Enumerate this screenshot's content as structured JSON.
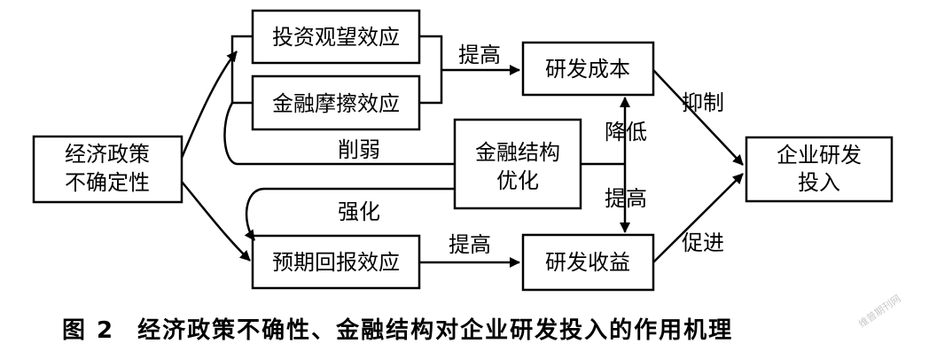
{
  "boxes": {
    "epu": [
      "经济政策",
      "不确定性"
    ],
    "investment_wait": "投资观望效应",
    "financing_friction": "金融摩擦效应",
    "financial_structure": [
      "金融结构",
      "优化"
    ],
    "expected_return": "预期回报效应",
    "rd_cost": "研发成本",
    "rd_revenue": "研发收益",
    "rd_investment": [
      "企业研发",
      "投入"
    ]
  },
  "edges": {
    "to_cost": "提高",
    "weaken": "削弱",
    "reduce": "降低",
    "raise": "提高",
    "strengthen": "强化",
    "to_revenue": "提高",
    "inhibit": "抑制",
    "promote": "促进"
  },
  "caption": {
    "number": "图 2",
    "title": "经济政策不确性、金融结构对企业研发投入的作用机理"
  },
  "watermark": "维普期刊网"
}
